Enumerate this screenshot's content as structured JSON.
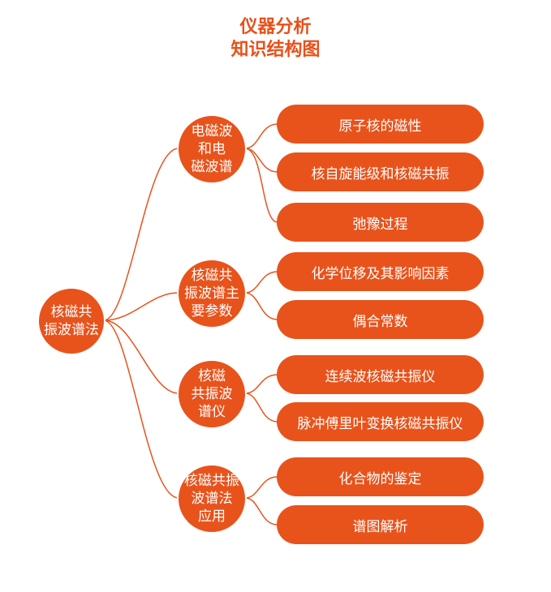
{
  "title": {
    "line1": "仪器分析",
    "line2": "知识结构图"
  },
  "colors": {
    "accent": "#e8531c",
    "line": "#e8531c",
    "text_on_accent": "#ffffff"
  },
  "root": {
    "label": "核磁共\n振波谱法"
  },
  "branches": [
    {
      "label": "电磁波\n和电\n磁波谱",
      "items": [
        "原子核的磁性",
        "核自旋能级和核磁共振",
        "弛豫过程"
      ]
    },
    {
      "label": "核磁共\n振波谱主\n要参数",
      "items": [
        "化学位移及其影响因素",
        "偶合常数"
      ]
    },
    {
      "label": "核磁\n共振波\n谱仪",
      "items": [
        "连续波核磁共振仪",
        "脉冲傅里叶变换核磁共振仪"
      ]
    },
    {
      "label": "核磁共振\n波谱法\n应用",
      "items": [
        "化合物的鉴定",
        "谱图解析"
      ]
    }
  ]
}
